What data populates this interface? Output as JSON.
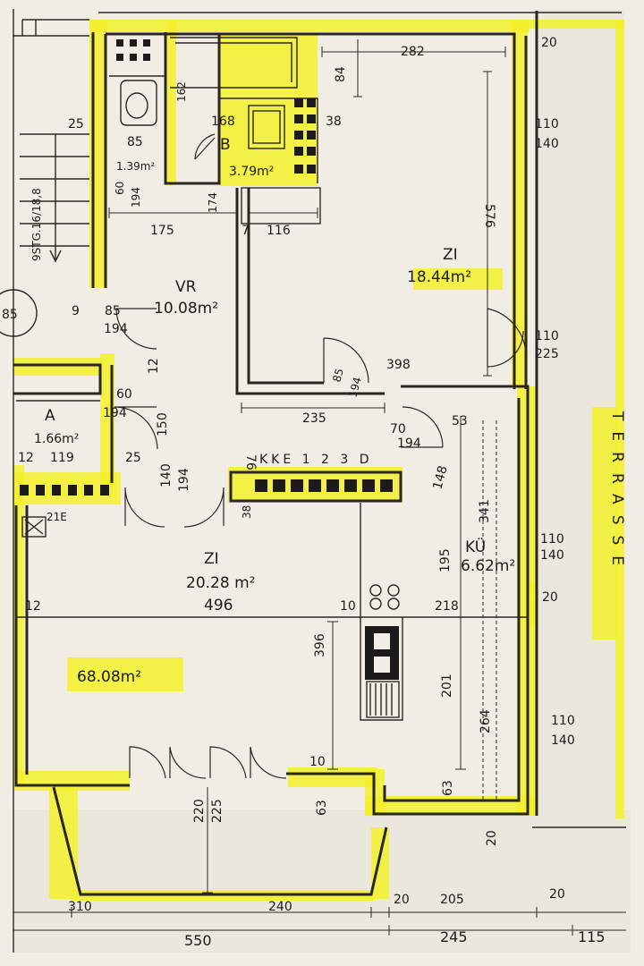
{
  "rooms": {
    "zi_top": {
      "label": "ZI",
      "area": "18.44m²"
    },
    "zi_main": {
      "label": "ZI",
      "area": "20.28 m²",
      "width": "496"
    },
    "vr": {
      "label": "VR",
      "area": "10.08m²"
    },
    "kue": {
      "label": "KÜ",
      "area": "6.62m²"
    },
    "a": {
      "label": "A",
      "area": "1.66m²"
    },
    "b": {
      "label": "B",
      "area": "3.79m²"
    },
    "wc": {
      "area": "1.39m²"
    },
    "total": "68.08m²",
    "terrasse": "TERRASSE"
  },
  "labels": {
    "kke": "KKE 1 2 3 D",
    "stg": "9STG.16/18,8",
    "e_mark": "21E",
    "circle": "85"
  },
  "dims": {
    "d282": "282",
    "d84": "84",
    "d20a": "20",
    "d110a": "110",
    "d140a": "140",
    "d576": "576",
    "d38": "38",
    "d168": "168",
    "d162": "162",
    "d25a": "25",
    "d85a": "85",
    "d60a": "60",
    "d194a": "194",
    "d174": "174",
    "d175": "175",
    "d7": "7",
    "d116": "116",
    "d9": "9",
    "d85b": "85",
    "d194b": "194",
    "d110b": "110",
    "d225a": "225",
    "d398": "398",
    "d85c": "85",
    "d194c": "194",
    "d12a": "12",
    "d60b": "60",
    "d194d": "194",
    "d150": "150",
    "d235": "235",
    "d70": "70",
    "d194e": "194",
    "d53": "53",
    "d76": "76",
    "d25b": "25",
    "d12b": "12",
    "d119": "119",
    "d140b": "140",
    "d194f": "194",
    "d148": "148",
    "d38b": "38",
    "d195": "195",
    "d341": "341",
    "d110c": "110",
    "d140c": "140",
    "d12c": "12",
    "d10": "10",
    "d218": "218",
    "d20b": "20",
    "d396": "396",
    "d201": "201",
    "d264": "264",
    "d110d": "110",
    "d140d": "140",
    "d10b": "10",
    "d63a": "63",
    "d63b": "63",
    "d220": "220",
    "d225b": "225",
    "d20c": "20",
    "d310": "310",
    "d240": "240",
    "d20d": "20",
    "d205": "205",
    "d20e": "20",
    "d550": "550",
    "d245": "245",
    "d115": "115"
  },
  "colors": {
    "highlight": "#f3f02a",
    "ink": "#1d1b1a",
    "paper": "#f2ede4"
  }
}
